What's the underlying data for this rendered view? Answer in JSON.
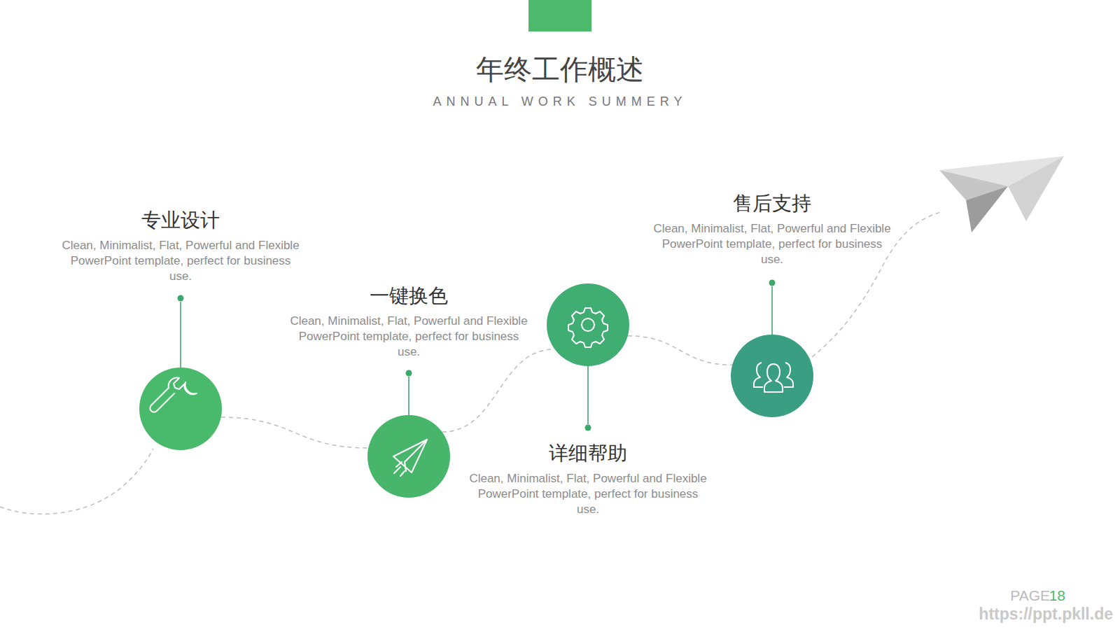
{
  "diagram": {
    "title": "年终工作概述",
    "nodes": [
      {
        "text": [
          "专业设计",
          "Clean, Minimalist, Flat, Powerful and Flexible PowerPoint template, perfect for business use."
        ]
      },
      {
        "text": [
          "一键换色",
          "Clean, Minimalist, Flat, Powerful and Flexible PowerPoint template, perfect for business use."
        ]
      },
      {
        "text": [
          "详细帮助",
          "Clean, Minimalist, Flat, Powerful and Flexible PowerPoint template, perfect for business use."
        ]
      },
      {
        "text": [
          "售后支持",
          "Clean, Minimalist, Flat, Powerful and Flexible PowerPoint template, perfect for business use."
        ]
      }
    ],
    "edges": [
      {
        "from": 0,
        "to": 1,
        "arrow": "none"
      },
      {
        "from": 1,
        "to": 2,
        "arrow": "none"
      },
      {
        "from": 2,
        "to": 3,
        "arrow": "none"
      }
    ],
    "labels": [
      "ANNUAL WORK SUMMERY",
      "PAGE",
      "18",
      "https://ppt.pkll.de"
    ]
  }
}
